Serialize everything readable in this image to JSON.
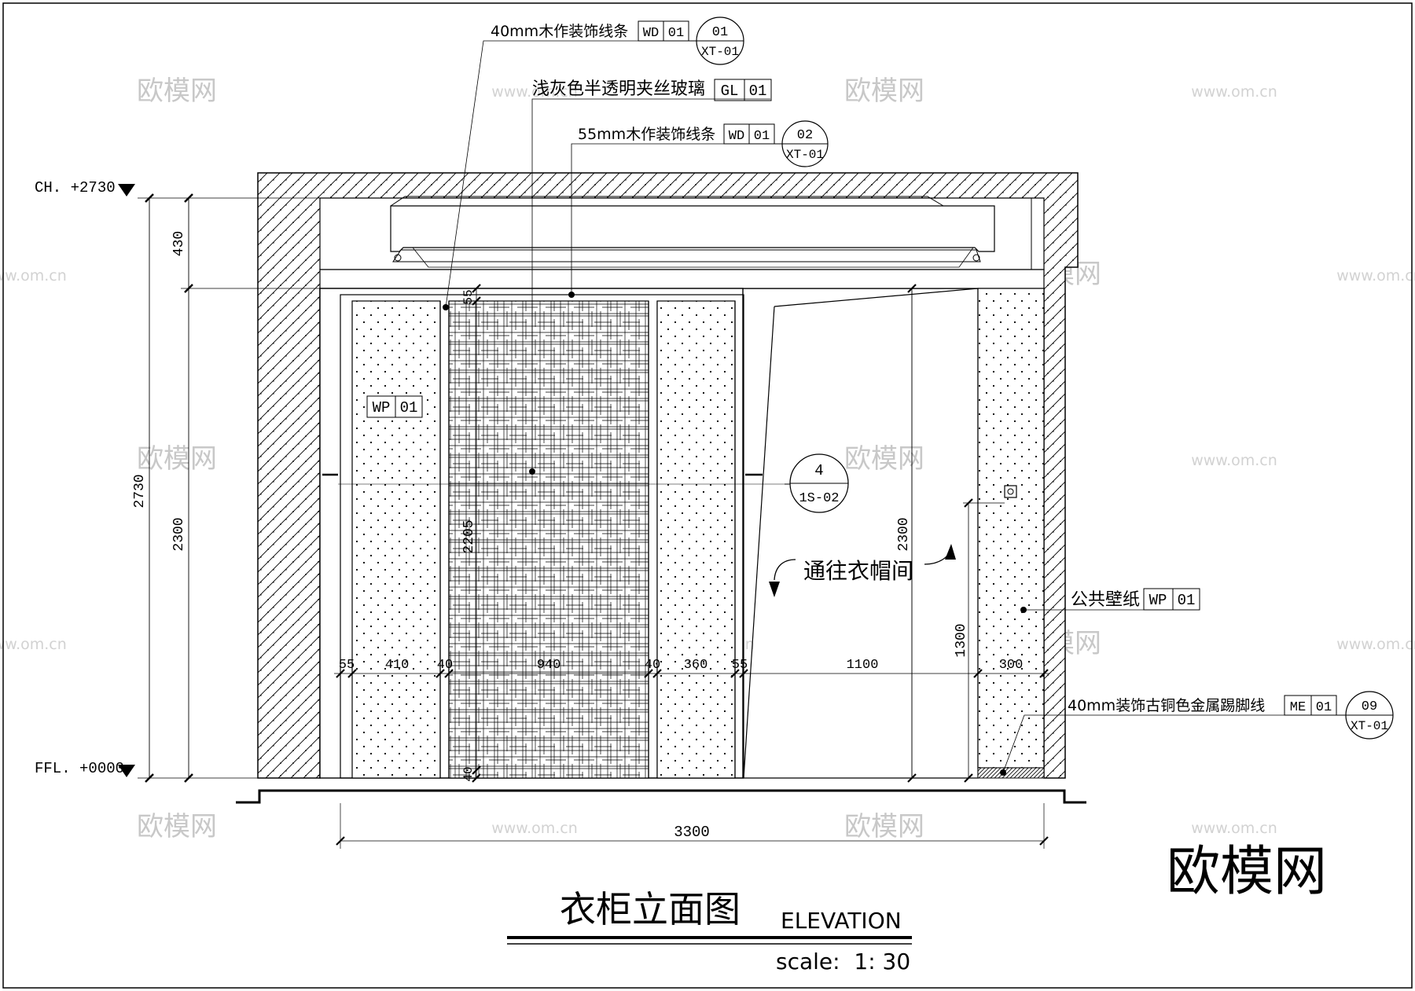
{
  "title": {
    "cn": "衣柜立面图",
    "en": "ELEVATION",
    "scale": "scale:  1: 30"
  },
  "levels": {
    "ceiling": "CH. +2730",
    "floor": "FFL. +0000"
  },
  "callouts": [
    {
      "text": "40mm木作装饰线条",
      "code_a": "WD",
      "code_b": "01",
      "ref_top": "01",
      "ref_bottom": "XT-01"
    },
    {
      "text": "浅灰色半透明夹丝玻璃",
      "code_a": "GL",
      "code_b": "01"
    },
    {
      "text": "55mm木作装饰线条",
      "code_a": "WD",
      "code_b": "01",
      "ref_top": "02",
      "ref_bottom": "XT-01"
    },
    {
      "text": "公共壁纸",
      "code_a": "WP",
      "code_b": "01"
    },
    {
      "text": "40mm装饰古铜色金属踢脚线",
      "code_a": "ME",
      "code_b": "01",
      "ref_top": "09",
      "ref_bottom": "XT-01"
    }
  ],
  "panel_tag": {
    "code_a": "WP",
    "code_b": "01"
  },
  "section_ref": {
    "top": "4",
    "bottom": "1S-02"
  },
  "passage_label": "通往衣帽间",
  "dimensions": {
    "left_top": "430",
    "left_total": "2730",
    "left_lower": "2300",
    "glass_height": "2205",
    "top_gap": "55",
    "bottom_gap": "40",
    "opening_height": "2300",
    "switch_height": "1300",
    "horizontal": [
      "55",
      "410",
      "40",
      "940",
      "40",
      "360",
      "55",
      "1100",
      "300"
    ],
    "overall_width": "3300"
  },
  "watermarks": {
    "logo": "欧模网",
    "url": "www.om.cn"
  }
}
